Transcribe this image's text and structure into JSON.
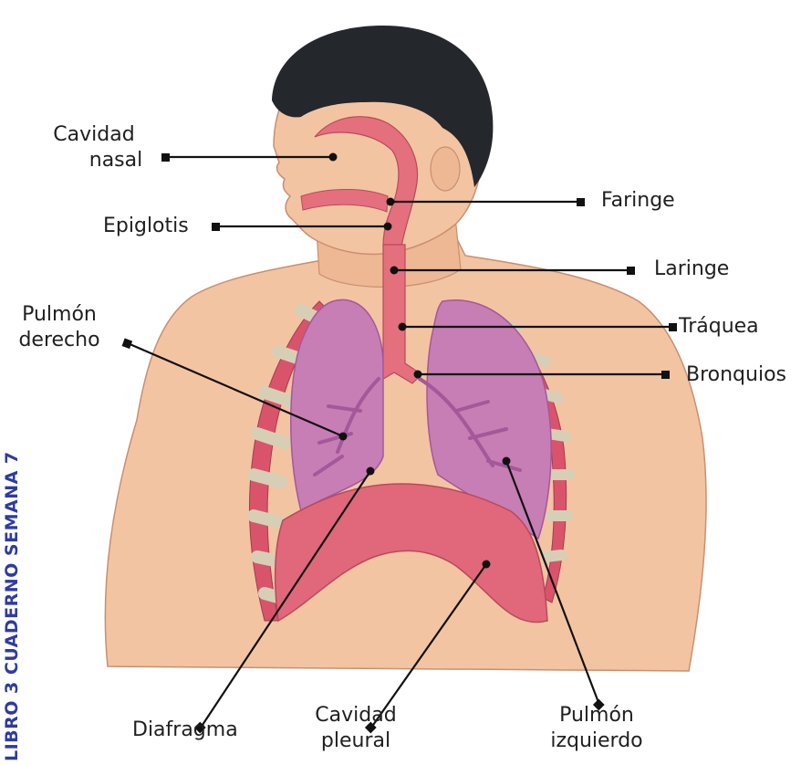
{
  "side_caption": "LIBRO 3 CUADERNO SEMANA 7",
  "labels": {
    "cavidad_nasal_1": "Cavidad",
    "cavidad_nasal_2": "nasal",
    "epiglotis": "Epiglotis",
    "faringe": "Faringe",
    "laringe": "Laringe",
    "pulmon_derecho_1": "Pulmón",
    "pulmon_derecho_2": "derecho",
    "traquea": "Tráquea",
    "bronquios": "Bronquios",
    "diafragma": "Diafragma",
    "cavidad_pleural_1": "Cavidad",
    "cavidad_pleural_2": "pleural",
    "pulmon_izquierdo_1": "Pulmón",
    "pulmon_izquierdo_2": "izquierdo"
  },
  "colors": {
    "skin": "#f3c4a2",
    "skin_shadow": "#e3a882",
    "hair": "#24272c",
    "lung": "#c67eb5",
    "lung_dark": "#a4589a",
    "airway": "#e5707d",
    "rib_red": "#d9546a",
    "rib_bone": "#d6cfb6",
    "diaphragm": "#e0687a",
    "line": "#111111",
    "caption": "#2f3b9f"
  }
}
